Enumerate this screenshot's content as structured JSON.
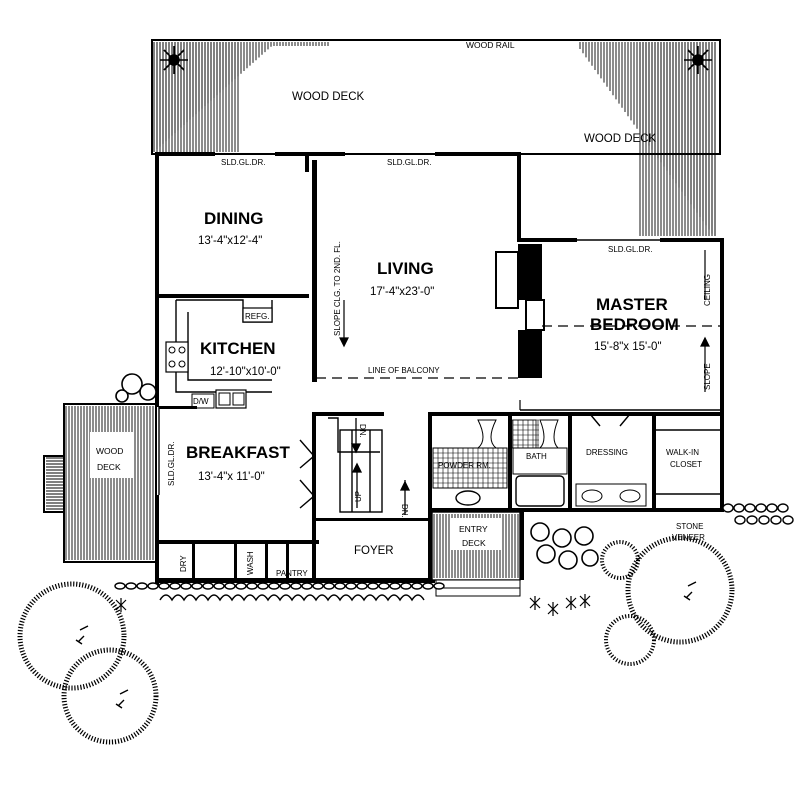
{
  "labels": {
    "wood_rail": "WOOD RAIL",
    "wood_deck_left": "WOOD DECK",
    "wood_deck_right": "WOOD DECK",
    "sld_gl_dr_dining": "SLD.GL.DR.",
    "sld_gl_dr_living": "SLD.GL.DR.",
    "sld_gl_dr_master": "SLD.GL.DR.",
    "sld_gl_dr_breakfast": "SLD.GL.DR.",
    "slope_clg": "SLOPE CLG. TO 2ND. FL.",
    "line_of_balcony": "LINE OF BALCONY",
    "refg": "REFG.",
    "dw": "D/W",
    "ceiling": "CEILING",
    "slope": "SLOPE",
    "wood_deck_side_1": "WOOD",
    "wood_deck_side_2": "DECK",
    "powder_rm": "POWDER RM.",
    "bath": "BATH",
    "dressing": "DRESSING",
    "walk_in_1": "WALK-IN",
    "walk_in_2": "CLOSET",
    "dn_upper": "DN.",
    "up": "UP",
    "dn_lower": "DN.",
    "dry": "DRY",
    "wash": "WASH",
    "pantry": "PANTRY",
    "foyer": "FOYER",
    "entry_1": "ENTRY",
    "entry_2": "DECK",
    "stone_1": "STONE",
    "stone_2": "VENEER"
  },
  "rooms": {
    "dining": {
      "name": "DINING",
      "size": "13'-4\"x12'-4\""
    },
    "living": {
      "name": "LIVING",
      "size": "17'-4\"x23'-0\""
    },
    "master": {
      "name1": "MASTER",
      "name2": "BEDROOM",
      "size": "15'-8\"x 15'-0\""
    },
    "kitchen": {
      "name": "KITCHEN",
      "size": "12'-10\"x10'-0\""
    },
    "breakfast": {
      "name": "BREAKFAST",
      "size": "13'-4\"x 11'-0\""
    }
  },
  "colors": {
    "ink": "#000000",
    "paper": "#ffffff"
  }
}
